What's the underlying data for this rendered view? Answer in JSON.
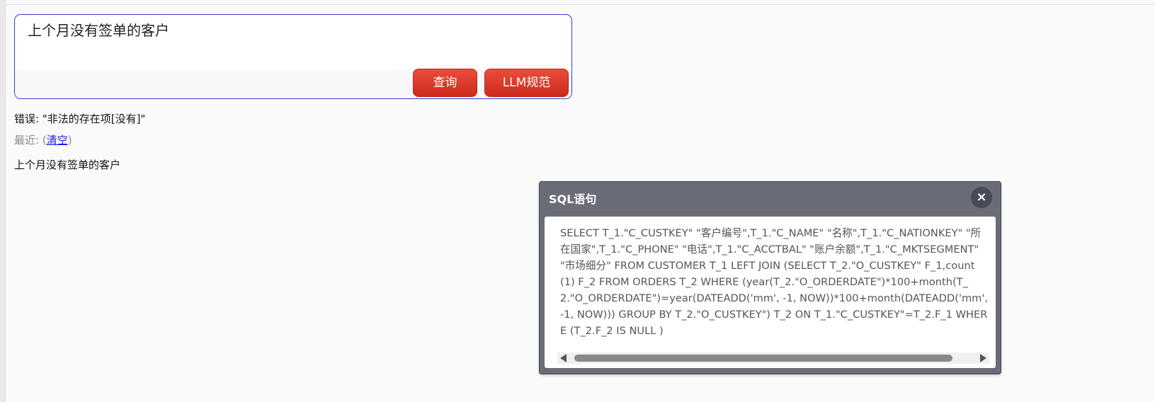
{
  "query": {
    "text": "上个月没有签单的客户",
    "buttons": {
      "query_label": "查询",
      "llm_label": "LLM规范"
    }
  },
  "error": {
    "text": "错误: \"非法的存在项[没有]\""
  },
  "recent": {
    "label": "最近: (",
    "clear_label": "清空",
    "close_paren": ")",
    "items": [
      "上个月没有签单的客户"
    ]
  },
  "sql_dialog": {
    "title": "SQL语句",
    "close_glyph": "×",
    "statement": "SELECT T_1.\"C_CUSTKEY\" \"客户编号\",T_1.\"C_NAME\" \"名称\",T_1.\"C_NATIONKEY\" \"所在国家\",T_1.\"C_PHONE\" \"电话\",T_1.\"C_ACCTBAL\" \"账户余额\",T_1.\"C_MKTSEGMENT\" \"市场细分\" FROM CUSTOMER T_1 LEFT JOIN (SELECT T_2.\"O_CUSTKEY\" F_1,count(1) F_2 FROM ORDERS T_2 WHERE (year(T_2.\"O_ORDERDATE\")*100+month(T_2.\"O_ORDERDATE\")=year(DATEADD('mm', -1, NOW))*100+month(DATEADD('mm', -1, NOW))) GROUP BY T_2.\"O_CUSTKEY\") T_2 ON T_1.\"C_CUSTKEY\"=T_2.F_1 WHERE (T_2.F_2 IS NULL )"
  },
  "colors": {
    "button_red": "#d93424",
    "dialog_header": "#6a6d78",
    "input_border": "#3b3bd6",
    "link_blue": "#1a1ae6"
  }
}
